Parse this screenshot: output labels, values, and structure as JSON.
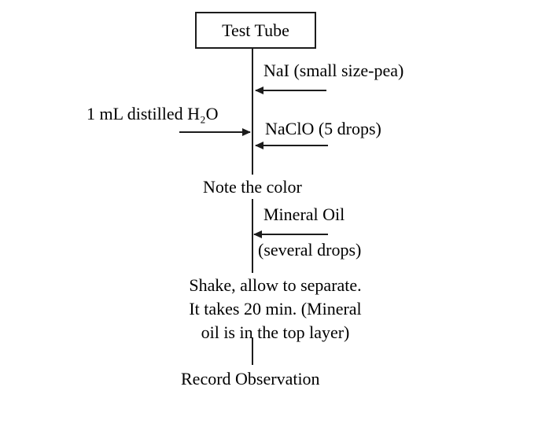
{
  "diagram": {
    "type": "flowchart",
    "colors": {
      "background": "#ffffff",
      "line": "#1c1c1c",
      "text": "#000000"
    },
    "start_box": {
      "label": "Test Tube"
    },
    "additions": [
      {
        "id": "nai",
        "label": "NaI (small size-pea)",
        "side": "right",
        "arrow_direction": "left"
      },
      {
        "id": "water",
        "label": "1 mL distilled H₂O",
        "side": "left",
        "arrow_direction": "right"
      },
      {
        "id": "naclo",
        "label": "NaClO (5 drops)",
        "side": "right",
        "arrow_direction": "left"
      },
      {
        "id": "mineral_oil",
        "label": "Mineral Oil",
        "sublabel": "(several drops)",
        "side": "right",
        "arrow_direction": "left"
      }
    ],
    "steps": [
      {
        "id": "note_color",
        "label": "Note the color"
      },
      {
        "id": "shake",
        "line1": "Shake, allow to separate.",
        "line2": "It takes 20 min. (Mineral",
        "line3": "oil is in the top layer)"
      },
      {
        "id": "record",
        "label": "Record Observation"
      }
    ]
  }
}
